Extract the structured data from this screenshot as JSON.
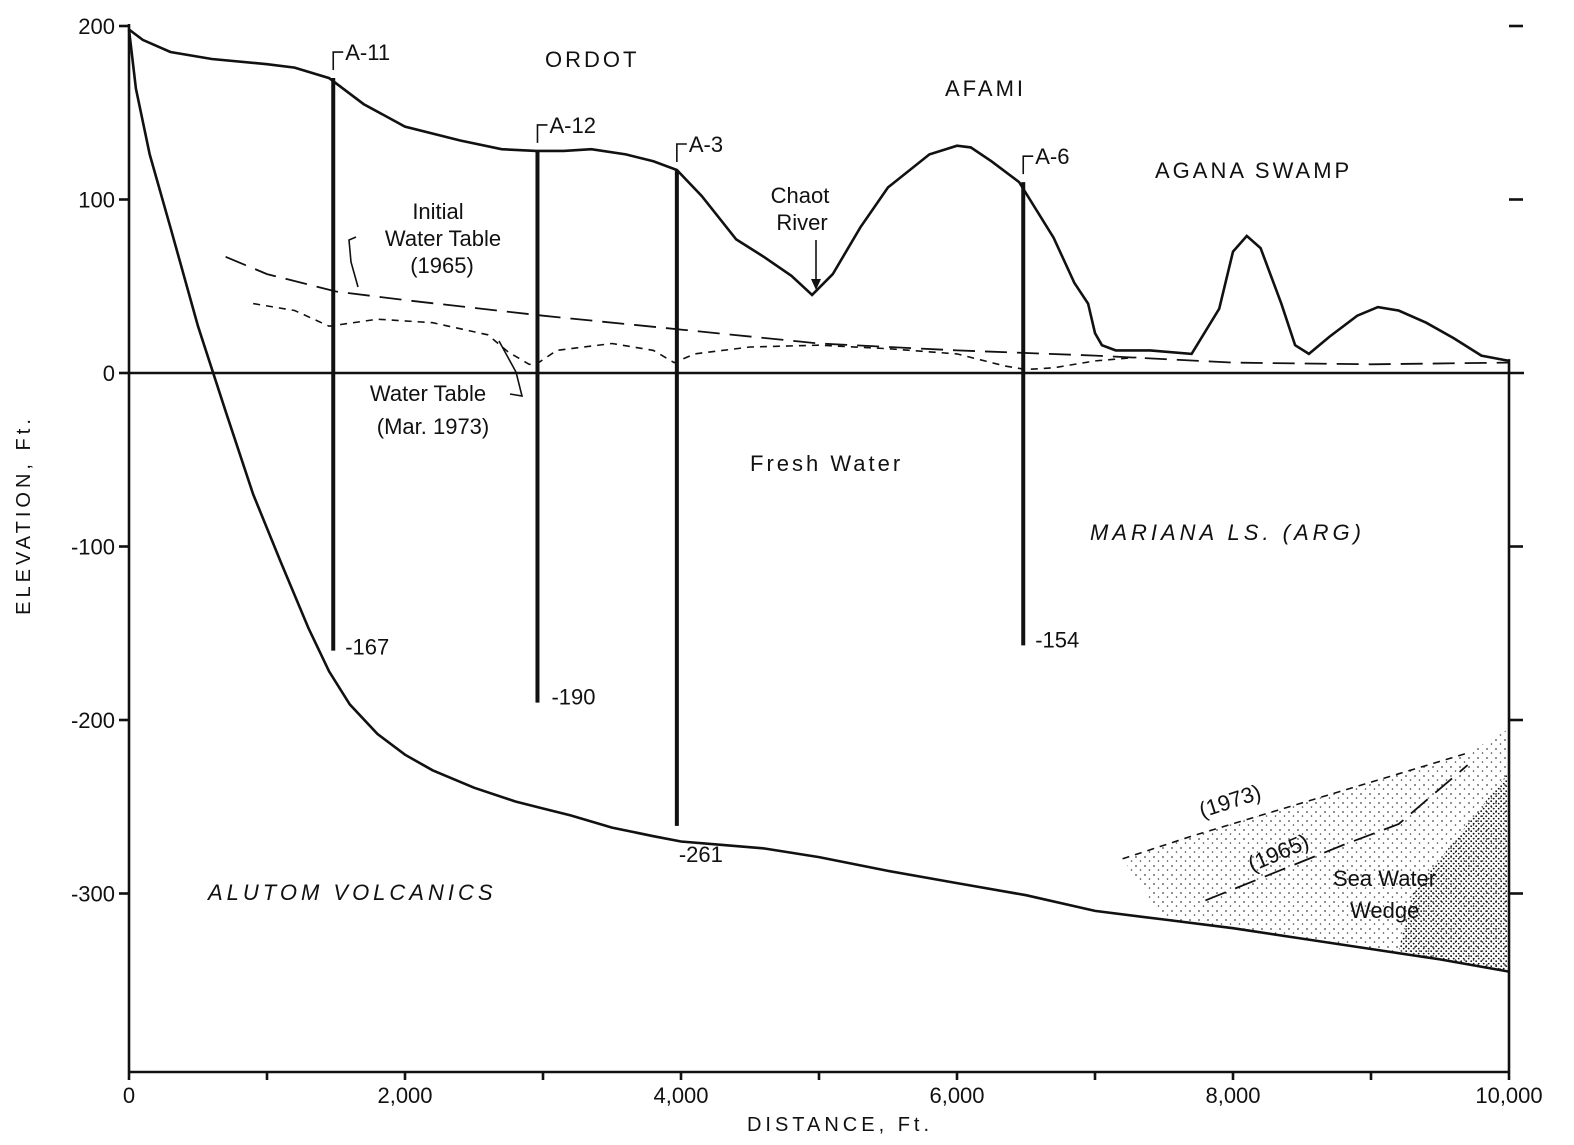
{
  "chart_data": {
    "type": "line",
    "xlabel": "DISTANCE, Ft.",
    "ylabel": "ELEVATION, Ft.",
    "xlim": [
      0,
      10000
    ],
    "ylim": [
      -400,
      200
    ],
    "x_ticks": [
      {
        "value": 0,
        "label": "0"
      },
      {
        "value": 2000,
        "label": "2,000"
      },
      {
        "value": 4000,
        "label": "4,000"
      },
      {
        "value": 6000,
        "label": "6,000"
      },
      {
        "value": 8000,
        "label": "8,000"
      },
      {
        "value": 10000,
        "label": "10,000"
      }
    ],
    "y_ticks": [
      {
        "value": 200,
        "label": "200"
      },
      {
        "value": 100,
        "label": "100"
      },
      {
        "value": 0,
        "label": "0"
      },
      {
        "value": -100,
        "label": "-100"
      },
      {
        "value": -200,
        "label": "-200"
      },
      {
        "value": -300,
        "label": "-300"
      }
    ],
    "series": [
      {
        "style": "solid",
        "x": [
          0,
          100,
          300,
          600,
          1000,
          1200,
          1450,
          1700,
          2000,
          2400,
          2700,
          2950,
          3150,
          3350,
          3600,
          3800,
          3970,
          4150,
          4400,
          4600,
          4800,
          4950,
          5100,
          5300,
          5500,
          5800,
          6000,
          6100,
          6250,
          6450,
          6700,
          6850,
          6950,
          7000,
          7050,
          7150,
          7400,
          7700,
          7900,
          8000,
          8100,
          8200,
          8350,
          8450,
          8550,
          8700,
          8900,
          9050,
          9200,
          9400,
          9600,
          9800,
          10000
        ],
        "y": [
          198,
          192,
          185,
          181,
          178,
          176,
          170,
          155,
          142,
          134,
          129,
          128,
          128,
          129,
          126,
          122,
          117,
          102,
          77,
          67,
          56,
          45,
          57,
          84,
          107,
          126,
          131,
          130,
          122,
          110,
          78,
          52,
          40,
          23,
          16,
          13,
          13,
          11,
          37,
          70,
          79,
          72,
          40,
          16,
          11,
          21,
          33,
          38,
          36,
          29,
          20,
          10,
          7
        ]
      },
      {
        "style": "solid",
        "x": [
          0,
          50,
          150,
          300,
          500,
          700,
          900,
          1100,
          1300,
          1450,
          1600,
          1800,
          2000,
          2200,
          2500,
          2800,
          3000,
          3200,
          3500,
          3800,
          4000,
          4300,
          4600,
          5000,
          5500,
          6000,
          6500,
          7000,
          7500,
          8000,
          8500,
          9000,
          9500,
          10000
        ],
        "y": [
          198,
          164,
          126,
          84,
          27,
          -22,
          -70,
          -109,
          -147,
          -172,
          -191,
          -208,
          -220,
          -229,
          -239,
          -247,
          -251,
          -255,
          -262,
          -267,
          -270,
          -272,
          -274,
          -279,
          -287,
          -294,
          -301,
          -310,
          -315,
          -320,
          -326,
          -332,
          -338,
          -345
        ]
      },
      {
        "style": "long-dash",
        "x": [
          700,
          1000,
          1500,
          2000,
          3000,
          4000,
          5000,
          6000,
          7000,
          8000,
          9000,
          10000
        ],
        "y": [
          67,
          57,
          47,
          42,
          33,
          25,
          17,
          13,
          10,
          6,
          5,
          6
        ]
      },
      {
        "style": "short-dash",
        "x": [
          900,
          1200,
          1450,
          1800,
          2200,
          2600,
          2750,
          2900,
          2950,
          3100,
          3500,
          3800,
          3950,
          4100,
          4500,
          5000,
          5500,
          6000,
          6350,
          6500,
          6700,
          7000,
          7300
        ],
        "y": [
          40,
          36,
          27,
          31,
          29,
          22,
          12,
          5,
          5,
          13,
          17,
          13,
          6,
          11,
          15,
          16,
          14,
          11,
          4,
          2,
          3,
          7,
          9
        ]
      },
      {
        "style": "short-dash",
        "x": [
          7200,
          7700,
          8200,
          8700,
          9200,
          9700
        ],
        "y": [
          -280,
          -267,
          -255,
          -243,
          -231,
          -219
        ]
      },
      {
        "style": "long-dash",
        "x": [
          7800,
          8300,
          8800,
          9200,
          9700
        ],
        "y": [
          -304,
          -288,
          -272,
          -260,
          -226
        ]
      }
    ],
    "wells": [
      {
        "name": "A-11",
        "x": 1480,
        "top": 170,
        "bottom": -160,
        "depth_label": "-167"
      },
      {
        "name": "A-12",
        "x": 2960,
        "top": 128,
        "bottom": -190,
        "depth_label": "-190"
      },
      {
        "name": "A-3",
        "x": 3970,
        "top": 117,
        "bottom": -261,
        "depth_label": "-261"
      },
      {
        "name": "A-6",
        "x": 6480,
        "top": 110,
        "bottom": -157,
        "depth_label": "-154"
      }
    ],
    "annotations": {
      "ordot": "ORDOT",
      "afami": "AFAMI",
      "agana_swamp": "AGANA SWAMP",
      "chaot_river_1": "Chaot",
      "chaot_river_2": "River",
      "initial_wt_1": "Initial",
      "initial_wt_2": "Water Table",
      "initial_wt_3": "(1965)",
      "wt_1973_1": "Water Table",
      "wt_1973_2": "(Mar. 1973)",
      "fresh_water": "Fresh Water",
      "mariana": "MARIANA LS. (ARG)",
      "alutom": "ALUTOM VOLCANICS",
      "sea_1973": "(1973)",
      "sea_1965": "(1965)",
      "sea_wedge_1": "Sea Water",
      "sea_wedge_2": "Wedge"
    }
  }
}
